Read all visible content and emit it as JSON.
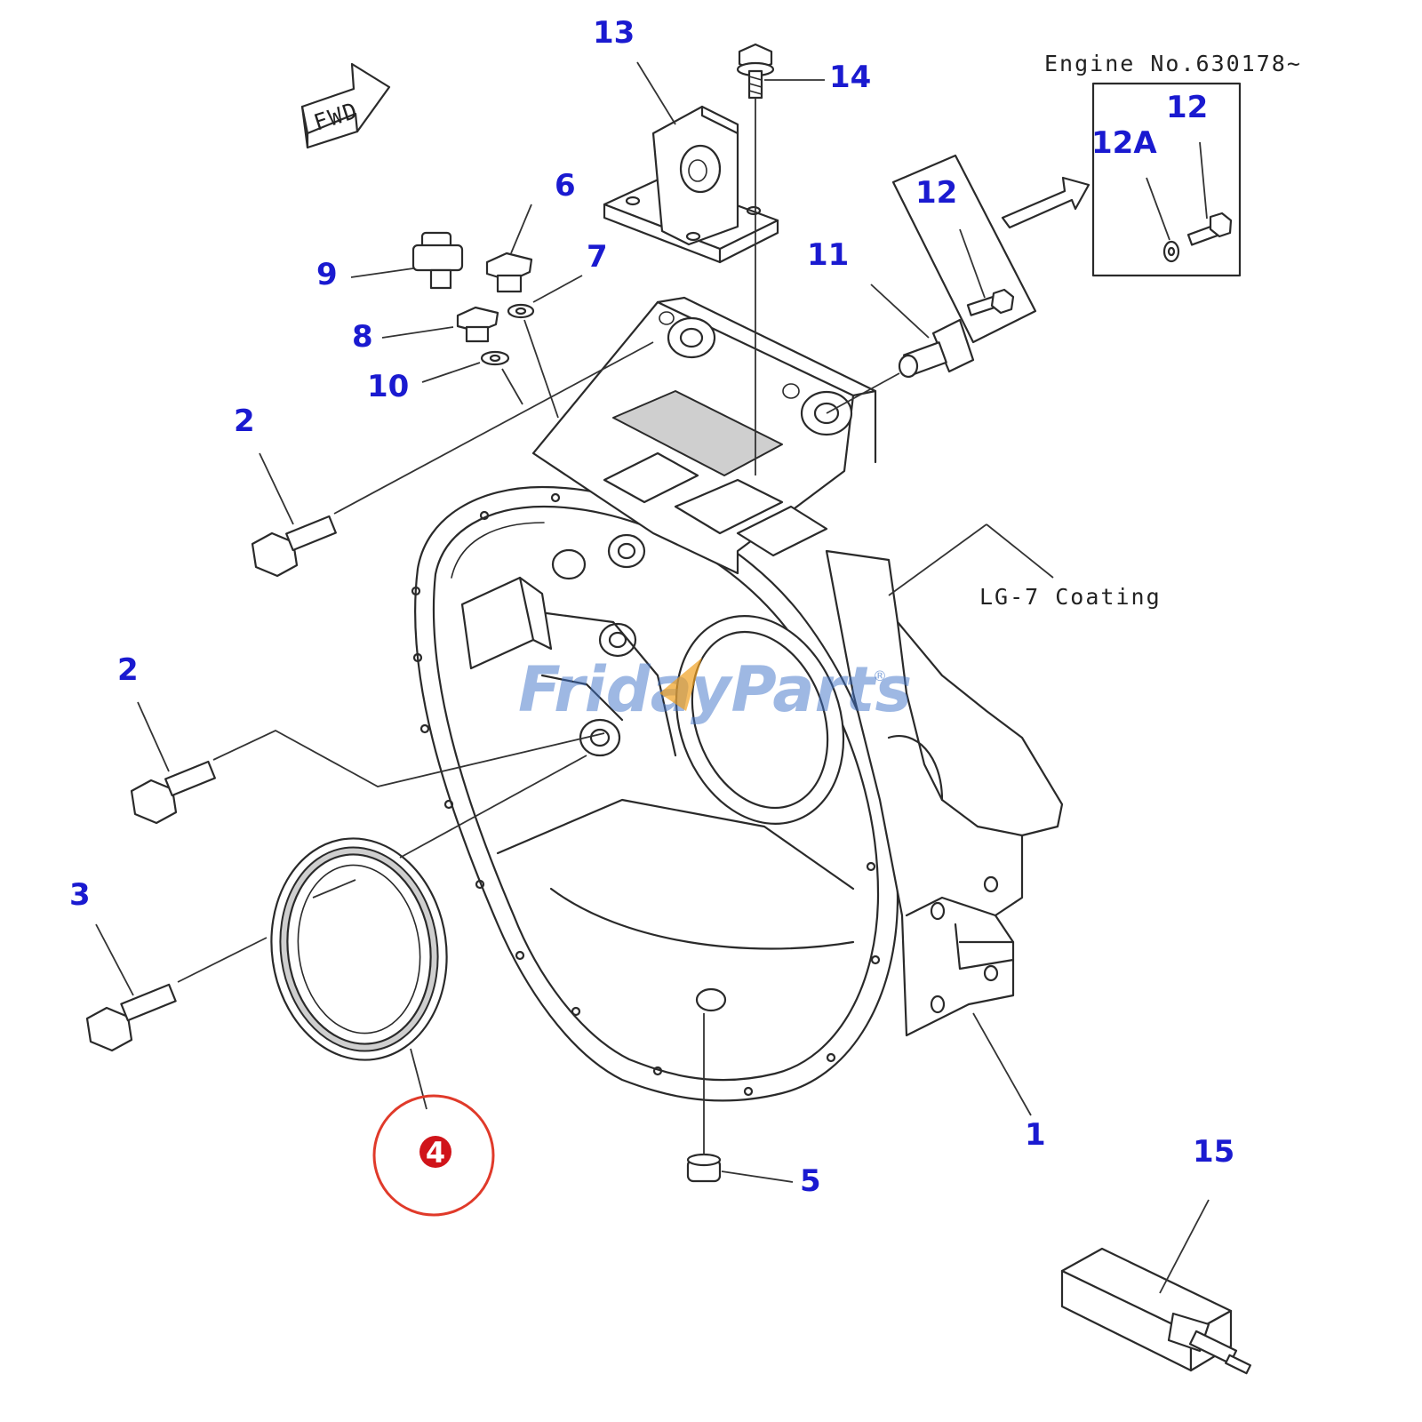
{
  "callouts": {
    "c1": "1",
    "c2a": "2",
    "c2b": "2",
    "c3": "3",
    "c4": "4",
    "c5": "5",
    "c6": "6",
    "c7": "7",
    "c8": "8",
    "c9": "9",
    "c10": "10",
    "c11": "11",
    "c12a": "12",
    "c12b": "12",
    "c12A": "12A",
    "c13": "13",
    "c14": "14",
    "c15": "15"
  },
  "notes": {
    "engine_no": "Engine No.630178~",
    "coating": "LG-7 Coating",
    "fwd": "FWD"
  },
  "watermark": {
    "part1": "Friday",
    "part2": "Parts",
    "mark": "®"
  },
  "colors": {
    "callout": "#1a1ad0",
    "highlight_ring": "#e03a2a",
    "highlight_badge": "#d0141a",
    "watermark_blue": "#3f73c8",
    "watermark_orange": "#f0a020"
  }
}
